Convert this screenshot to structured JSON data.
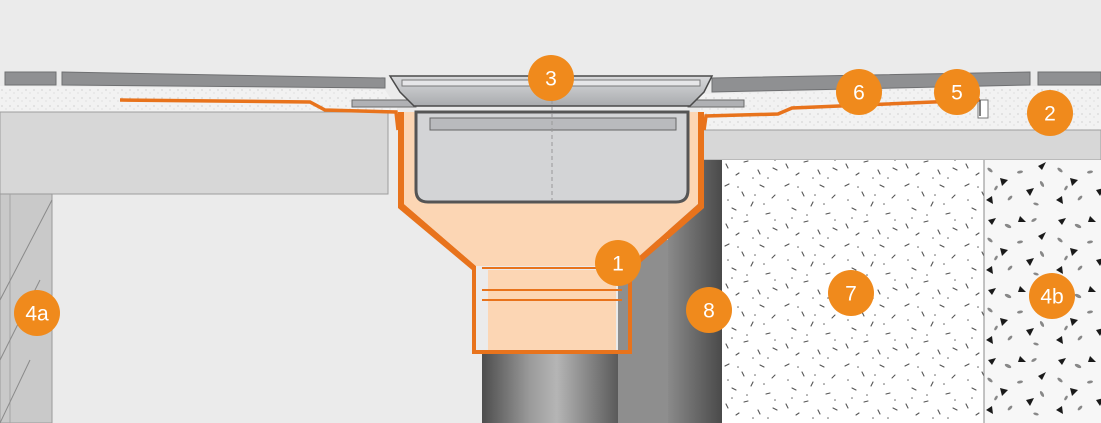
{
  "colors": {
    "background": "#ebebeb",
    "callout": "#f08a1c",
    "membrane": "#e8731c",
    "fitting_fill": "#fcd6b4",
    "concrete": "#d7d7d7",
    "screed": "#f2f2f2",
    "tile": "#8f9092",
    "grate": "#c8c9cb",
    "pipe": "#7a7a7a",
    "wall": "#5e5e5e"
  },
  "callouts": [
    {
      "id": "1",
      "label": "1"
    },
    {
      "id": "2",
      "label": "2"
    },
    {
      "id": "3",
      "label": "3"
    },
    {
      "id": "4a",
      "label": "4a"
    },
    {
      "id": "4b",
      "label": "4b"
    },
    {
      "id": "5",
      "label": "5"
    },
    {
      "id": "6",
      "label": "6"
    },
    {
      "id": "7",
      "label": "7"
    },
    {
      "id": "8",
      "label": "8"
    }
  ]
}
